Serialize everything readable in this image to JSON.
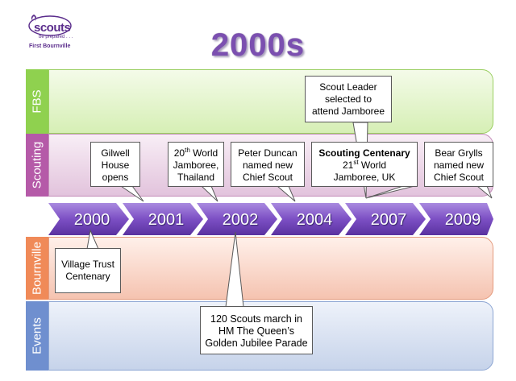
{
  "logo": {
    "word": "scouts",
    "tagline": "be prepared . . .",
    "group": "First Bournville"
  },
  "title": "2000s",
  "lanes": {
    "fbs": "FBS",
    "scouting": "Scouting",
    "bournville": "Bournville",
    "events": "Events"
  },
  "years": [
    "2000",
    "2001",
    "2002",
    "2004",
    "2007",
    "2009"
  ],
  "callouts": {
    "scout_leader": [
      "Scout Leader",
      "selected to",
      "attend Jamboree"
    ],
    "gilwell": [
      "Gilwell",
      "House",
      "opens"
    ],
    "jamboree_thailand": {
      "num": "20",
      "suffix": "th",
      "rest": " World",
      "line2": "Jamboree,",
      "line3": "Thailand"
    },
    "peter_duncan": [
      "Peter Duncan",
      "named new",
      "Chief Scout"
    ],
    "centenary": {
      "head": "Scouting Centenary",
      "num": "21",
      "suffix": "st",
      "rest": " World",
      "line3": "Jamboree, UK"
    },
    "bear_grylls": [
      "Bear Grylls",
      "named new",
      "Chief Scout"
    ],
    "village_trust": [
      "Village Trust",
      "Centenary"
    ],
    "jubilee": [
      "120 Scouts march in",
      "HM The Queen’s",
      "Golden Jubilee Parade"
    ]
  },
  "colors": {
    "fbs": "#8fd14f",
    "scouting": "#b55aa8",
    "bournville": "#f08a58",
    "events": "#6f8fcf",
    "arrow": "#7c4fc4",
    "title": "#7b4fb0"
  }
}
